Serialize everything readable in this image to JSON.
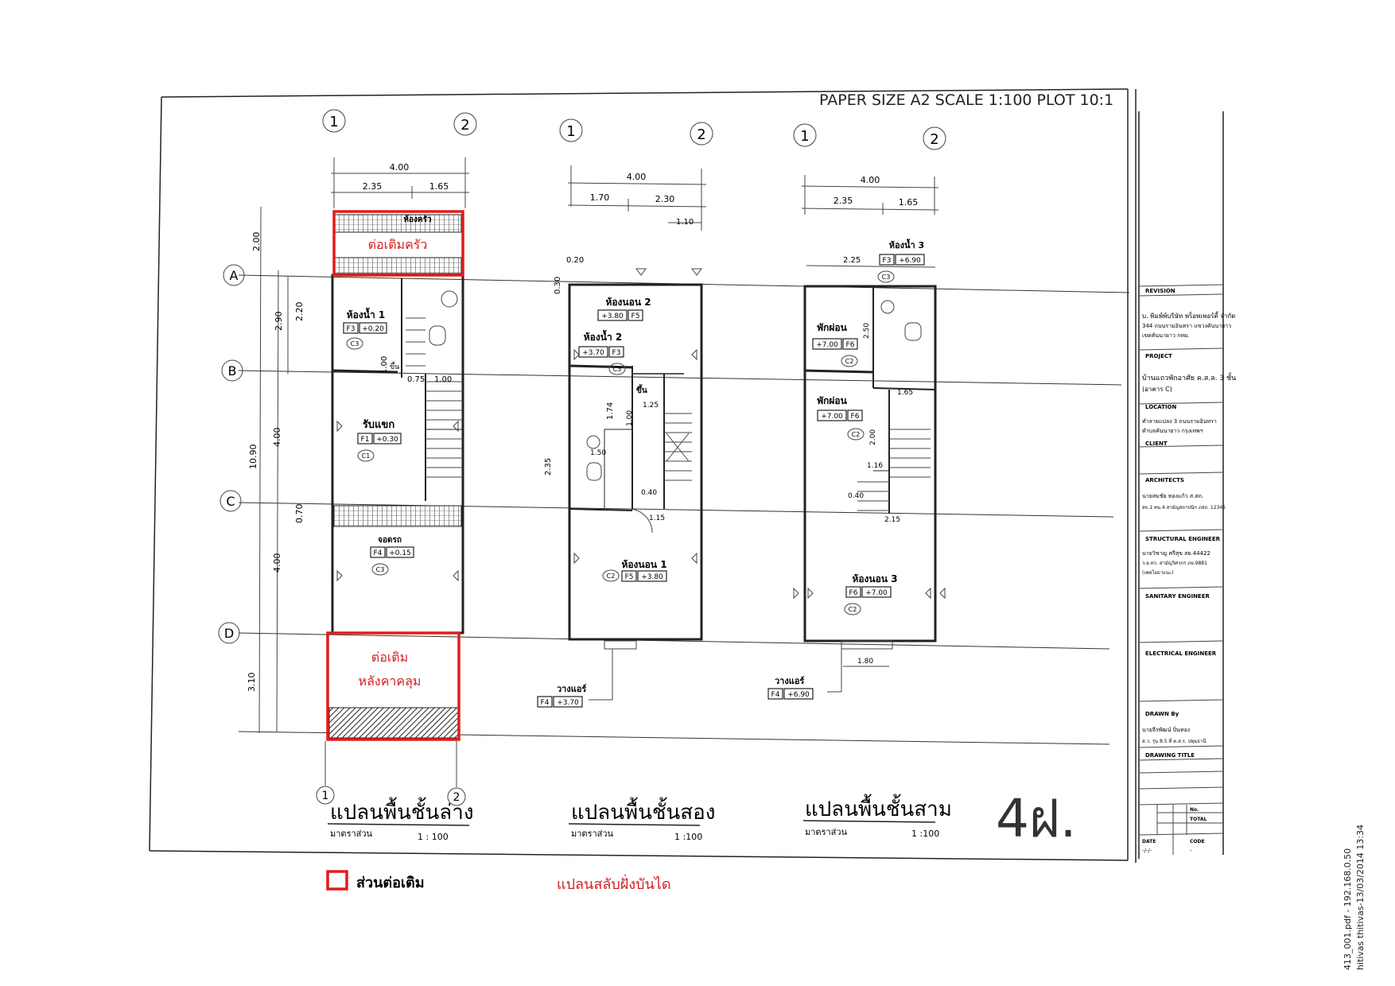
{
  "sheet": {
    "paper_note": "PAPER SIZE A2 SCALE 1:100 PLOT 10:1",
    "page_mark": "4ฝ.",
    "side_stamp_1": "413_001.pdf - 192.168.0.50",
    "side_stamp_2": "hitivas thitivas-13/03/2014 13:34"
  },
  "grid": {
    "col_1": "1",
    "col_2": "2",
    "row_A": "A",
    "row_B": "B",
    "row_C": "C",
    "row_D": "D"
  },
  "plan1": {
    "title": "แปลนพื้นชั้นล่าง",
    "scale_label": "มาตราส่วน",
    "scale_value": "1 : 100",
    "dims": {
      "total": "4.00",
      "left": "2.35",
      "right": "1.65",
      "a_top": "2.00",
      "ab": "2.90",
      "ab_inner": "2.20",
      "bc": "4.00",
      "overall": "10.90",
      "c_gap": "0.70",
      "cd": "4.00",
      "d_bottom": "3.10",
      "bath_w": "1.00",
      "stair_1": "1.00",
      "stair_2": "0.75"
    },
    "rooms": {
      "kitchen": "ห้องครัว",
      "bath": "ห้องน้ำ 1",
      "bath_floor": "F3",
      "bath_level": "+0.20",
      "bath_ceiling": "C3",
      "living": "รับแขก",
      "living_floor": "F1",
      "living_level": "+0.30",
      "living_ceiling": "C1",
      "parking": "จอดรถ",
      "parking_floor": "F4",
      "parking_level": "+0.15",
      "parking_ceiling": "C3",
      "up": "ขึ้น"
    },
    "add_kitchen": "ต่อเติมครัว",
    "add_roof_1": "ต่อเติม",
    "add_roof_2": "หลังคาคลุม"
  },
  "plan2": {
    "title": "แปลนพื้นชั้นสอง",
    "scale_label": "มาตราส่วน",
    "scale_value": "1 :100",
    "dims": {
      "total": "4.00",
      "left": "1.70",
      "right": "2.30",
      "small": "1.10",
      "top": "0.20",
      "side": "0.30",
      "stair": "1.74",
      "stair_2": "1.00",
      "height": "2.35",
      "bath_w": "1.50",
      "landing": "1.25",
      "lower": "1.15",
      "rail": "0.40"
    },
    "rooms": {
      "bed2": "ห้องนอน 2",
      "bed2_level": "+3.80",
      "bed2_floor": "F5",
      "bath2": "ห้องน้ำ 2",
      "bath2_level": "+3.70",
      "bath2_floor": "F3",
      "bath2_ceiling": "C3",
      "up": "ขึ้น",
      "bed1": "ห้องนอน 1",
      "bed1_ceiling": "C2",
      "bed1_floor": "F5",
      "bed1_level": "+3.80",
      "ac": "วางแอร์",
      "ac_floor": "F4",
      "ac_level": "+3.70"
    }
  },
  "plan3": {
    "title": "แปลนพื้นชั้นสาม",
    "scale_label": "มาตราส่วน",
    "scale_value": "1 :100",
    "dims": {
      "total": "4.00",
      "left": "2.35",
      "right": "1.65",
      "top": "2.25",
      "bath_h": "2.50",
      "stair_w": "1.65",
      "stair_h": "2.00",
      "step": "1.16",
      "rail": "0.40",
      "lower": "2.15",
      "window": "1.80"
    },
    "rooms": {
      "bath3": "ห้องน้ำ 3",
      "bath3_floor": "F3",
      "bath3_level": "+6.90",
      "bath3_ceiling": "C3",
      "rest1": "พักผ่อน",
      "rest1_level": "+7.00",
      "rest1_floor": "F6",
      "rest1_ceiling": "C2",
      "rest2": "พักผ่อน",
      "rest2_level": "+7.00",
      "rest2_floor": "F6",
      "rest2_ceiling": "C2",
      "bed3": "ห้องนอน 3",
      "bed3_floor": "F6",
      "bed3_level": "+7.00",
      "bed3_ceiling": "C2",
      "ac": "วางแอร์",
      "ac_floor": "F4",
      "ac_level": "+6.90"
    }
  },
  "title_block": {
    "revision": "REVISION",
    "owner": "บ. พิมพ์พ์บริษัท พร็อพเพอร์ตี้ จำกัด",
    "owner_addr": "344 ถนนรามอินทรา แขวงคันนายาว",
    "owner_addr2": "เขตคันนายาว กทม.",
    "project": "PROJECT",
    "project_name": "บ้านแถวพักอาศัย ค.ส.ล. 3 ชั้น",
    "project_sub": "(อาคาร C)",
    "location": "LOCATION",
    "location_name": "ทำลายแปลง 3 ถนนรามอินทรา",
    "location_name2": "ตำบลคันนายาว กรุงเทพฯ",
    "client": "CLIENT",
    "architects": "ARCHITECTS",
    "arch_name": "นายสมชัย  ทองแก้ว ส.สถ.",
    "arch_sub": "สถ.1 ทน.4 สามัญสถาปนิก ภสถ. 12345",
    "structural": "STRUCTURAL ENGINEER",
    "struct_name": "นายวิชาญ  ศรีสุข สย.44422",
    "struct_sub": "ว.ย.ทว. สามัญวิศวกร ภย.9881",
    "struct_sub2": "(เพทโยธาแนะ)",
    "sanitary": "SANITARY ENGINEER",
    "electrical": "ELECTRICAL ENGINEER",
    "drawn": "DRAWN By",
    "drawn_name": "นายจีรพัฒน์  ปิ่นทอง",
    "drawn_sub": "ส.ว. รุ่น 8.5 ที่ ต.ส.ร. ปทุมธานี",
    "drawing_title": "DRAWING TITLE",
    "no": "No.",
    "total": "TOTAL",
    "date": "DATE",
    "code": "CODE",
    "date_val": "-/-/-",
    "code_val": "-"
  },
  "legend": {
    "extension": "ส่วนต่อเติม",
    "note": "แปลนสลับฝั่งบันได"
  },
  "colors": {
    "extension": "#e01c1c",
    "ink": "#222222",
    "paper": "#ffffff"
  }
}
